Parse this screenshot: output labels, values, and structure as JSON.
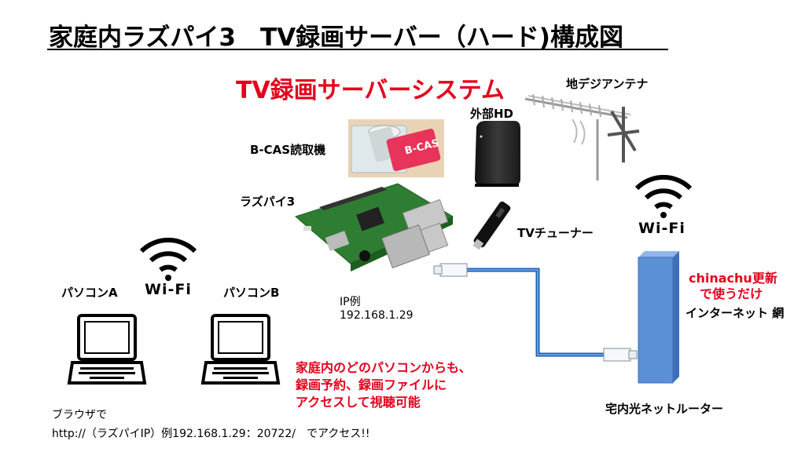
{
  "title": "家庭内ラズパイ3　TV録画サーバー（ハード)構成図",
  "system_title": "TV録画サーバーシステム",
  "labels": {
    "antenna": "地デジアンテナ",
    "external_hd": "外部HD",
    "bcas_reader": "B-CAS読取機",
    "raspberry_pi": "ラズパイ3",
    "tv_tuner": "TVチューナー",
    "pc_a": "パソコンA",
    "pc_b": "パソコンB",
    "ip_example_label": "IP例",
    "ip_example_value": "192.168.1.29",
    "internet": "インターネット 網",
    "router": "宅内光ネットルーター"
  },
  "wifi": {
    "left": "Wi-Fi",
    "right": "Wi-Fi"
  },
  "bcas_card_text": "B-CAS",
  "notes": {
    "chinachu_line1": "chinachu更新",
    "chinachu_line2": "で使うだけ",
    "access_line1": "家庭内のどのパソコンからも、",
    "access_line2": "録画予約、録画ファイルに",
    "access_line3": "アクセスして視聴可能"
  },
  "footer": {
    "line1": "ブラウザで",
    "line2": "http://（ラズパイIP）例192.168.1.29：20722/　でアクセス!!"
  },
  "colors": {
    "title_red": "#e3001b",
    "cable_blue": "#1a5fb4",
    "router_blue": "#5b8fd6",
    "pcb_green": "#2e7d32"
  }
}
